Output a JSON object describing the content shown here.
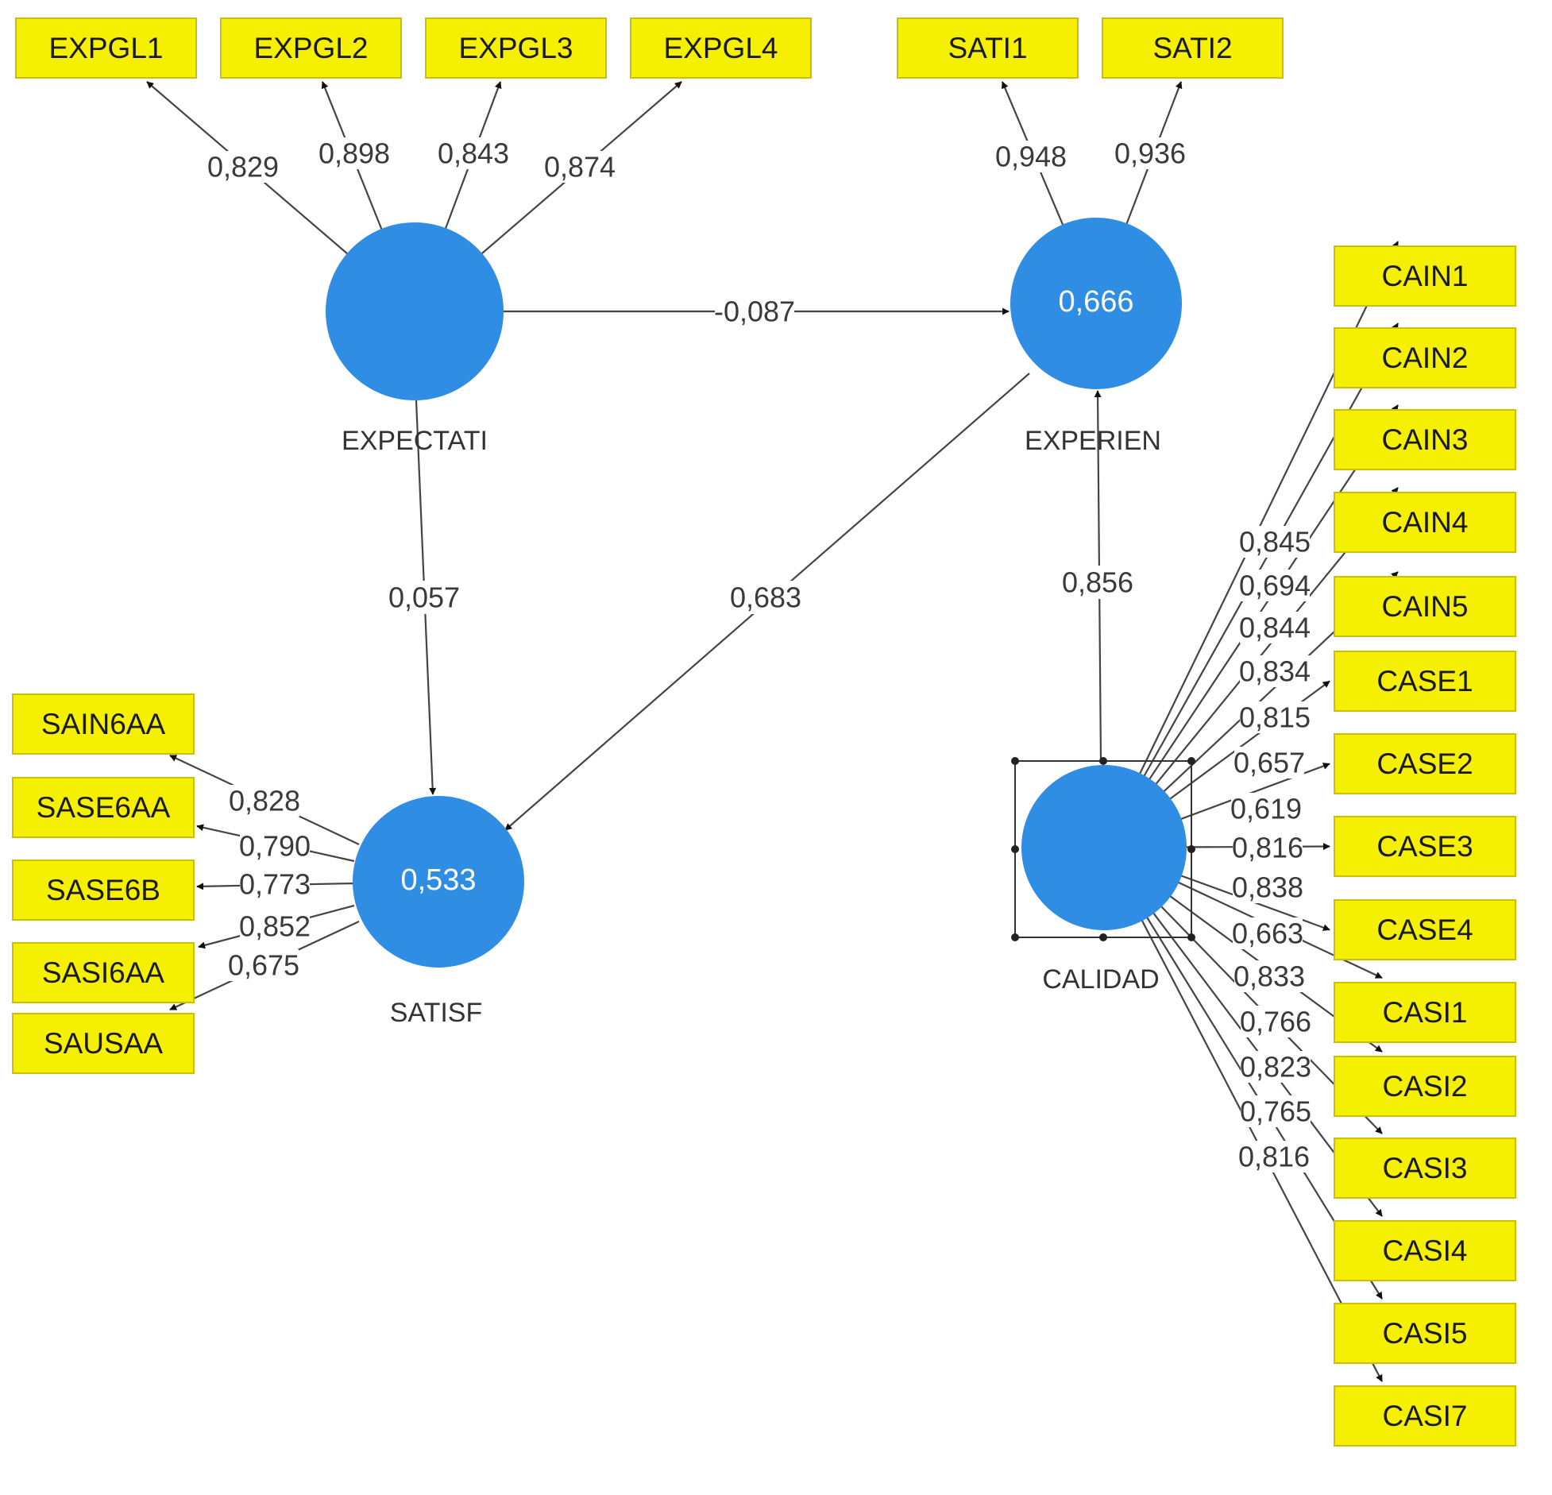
{
  "colors": {
    "indicator_fill": "#f5ef02",
    "latent_fill": "#2f8de4",
    "edge": "#444444"
  },
  "latents": [
    {
      "id": "EXPECTATI",
      "name": "EXPECTATI",
      "value": ""
    },
    {
      "id": "EXPERIEN",
      "name": "EXPERIEN",
      "value": "0,666"
    },
    {
      "id": "SATISF",
      "name": "SATISF",
      "value": "0,533"
    },
    {
      "id": "CALIDAD",
      "name": "CALIDAD",
      "value": ""
    }
  ],
  "indicators": [
    {
      "id": "EXPGL1",
      "label": "EXPGL1"
    },
    {
      "id": "EXPGL2",
      "label": "EXPGL2"
    },
    {
      "id": "EXPGL3",
      "label": "EXPGL3"
    },
    {
      "id": "EXPGL4",
      "label": "EXPGL4"
    },
    {
      "id": "SATI1",
      "label": "SATI1"
    },
    {
      "id": "SATI2",
      "label": "SATI2"
    },
    {
      "id": "SAIN6AA",
      "label": "SAIN6AA"
    },
    {
      "id": "SASE6AA",
      "label": "SASE6AA"
    },
    {
      "id": "SASE6B",
      "label": "SASE6B"
    },
    {
      "id": "SASI6AA",
      "label": "SASI6AA"
    },
    {
      "id": "SAUSAA",
      "label": "SAUSAA"
    },
    {
      "id": "CAIN1",
      "label": "CAIN1"
    },
    {
      "id": "CAIN2",
      "label": "CAIN2"
    },
    {
      "id": "CAIN3",
      "label": "CAIN3"
    },
    {
      "id": "CAIN4",
      "label": "CAIN4"
    },
    {
      "id": "CAIN5",
      "label": "CAIN5"
    },
    {
      "id": "CASE1",
      "label": "CASE1"
    },
    {
      "id": "CASE2",
      "label": "CASE2"
    },
    {
      "id": "CASE3",
      "label": "CASE3"
    },
    {
      "id": "CASE4",
      "label": "CASE4"
    },
    {
      "id": "CASI1",
      "label": "CASI1"
    },
    {
      "id": "CASI2",
      "label": "CASI2"
    },
    {
      "id": "CASI3",
      "label": "CASI3"
    },
    {
      "id": "CASI4",
      "label": "CASI4"
    },
    {
      "id": "CASI5",
      "label": "CASI5"
    },
    {
      "id": "CASI7",
      "label": "CASI7"
    }
  ],
  "paths": [
    {
      "from": "EXPECTATI",
      "to": "EXPERIEN",
      "coef": "-0,087"
    },
    {
      "from": "EXPECTATI",
      "to": "SATISF",
      "coef": "0,057"
    },
    {
      "from": "EXPERIEN",
      "to": "SATISF",
      "coef": "0,683"
    },
    {
      "from": "CALIDAD",
      "to": "EXPERIEN",
      "coef": "0,856"
    }
  ],
  "loadings": [
    {
      "latent": "EXPECTATI",
      "indicator": "EXPGL1",
      "coef": "0,829"
    },
    {
      "latent": "EXPECTATI",
      "indicator": "EXPGL2",
      "coef": "0,898"
    },
    {
      "latent": "EXPECTATI",
      "indicator": "EXPGL3",
      "coef": "0,843"
    },
    {
      "latent": "EXPECTATI",
      "indicator": "EXPGL4",
      "coef": "0,874"
    },
    {
      "latent": "EXPERIEN",
      "indicator": "SATI1",
      "coef": "0,948"
    },
    {
      "latent": "EXPERIEN",
      "indicator": "SATI2",
      "coef": "0,936"
    },
    {
      "latent": "SATISF",
      "indicator": "SAIN6AA",
      "coef": "0,828"
    },
    {
      "latent": "SATISF",
      "indicator": "SASE6AA",
      "coef": "0,790"
    },
    {
      "latent": "SATISF",
      "indicator": "SASE6B",
      "coef": "0,773"
    },
    {
      "latent": "SATISF",
      "indicator": "SASI6AA",
      "coef": "0,852"
    },
    {
      "latent": "SATISF",
      "indicator": "SAUSAA",
      "coef": "0,675"
    },
    {
      "latent": "CALIDAD",
      "indicator": "CAIN1",
      "coef": "0,845"
    },
    {
      "latent": "CALIDAD",
      "indicator": "CAIN2",
      "coef": "0,694"
    },
    {
      "latent": "CALIDAD",
      "indicator": "CAIN3",
      "coef": "0,844"
    },
    {
      "latent": "CALIDAD",
      "indicator": "CAIN4",
      "coef": "0,834"
    },
    {
      "latent": "CALIDAD",
      "indicator": "CAIN5",
      "coef": "0,815"
    },
    {
      "latent": "CALIDAD",
      "indicator": "CASE1",
      "coef": "0,657"
    },
    {
      "latent": "CALIDAD",
      "indicator": "CASE2",
      "coef": "0,619"
    },
    {
      "latent": "CALIDAD",
      "indicator": "CASE3",
      "coef": "0,816"
    },
    {
      "latent": "CALIDAD",
      "indicator": "CASE4",
      "coef": "0,838"
    },
    {
      "latent": "CALIDAD",
      "indicator": "CASI1",
      "coef": "0,663"
    },
    {
      "latent": "CALIDAD",
      "indicator": "CASI2",
      "coef": "0,833"
    },
    {
      "latent": "CALIDAD",
      "indicator": "CASI3",
      "coef": "0,766"
    },
    {
      "latent": "CALIDAD",
      "indicator": "CASI4",
      "coef": "0,823"
    },
    {
      "latent": "CALIDAD",
      "indicator": "CASI5",
      "coef": "0,765"
    },
    {
      "latent": "CALIDAD",
      "indicator": "CASI7",
      "coef": "0,816"
    }
  ]
}
